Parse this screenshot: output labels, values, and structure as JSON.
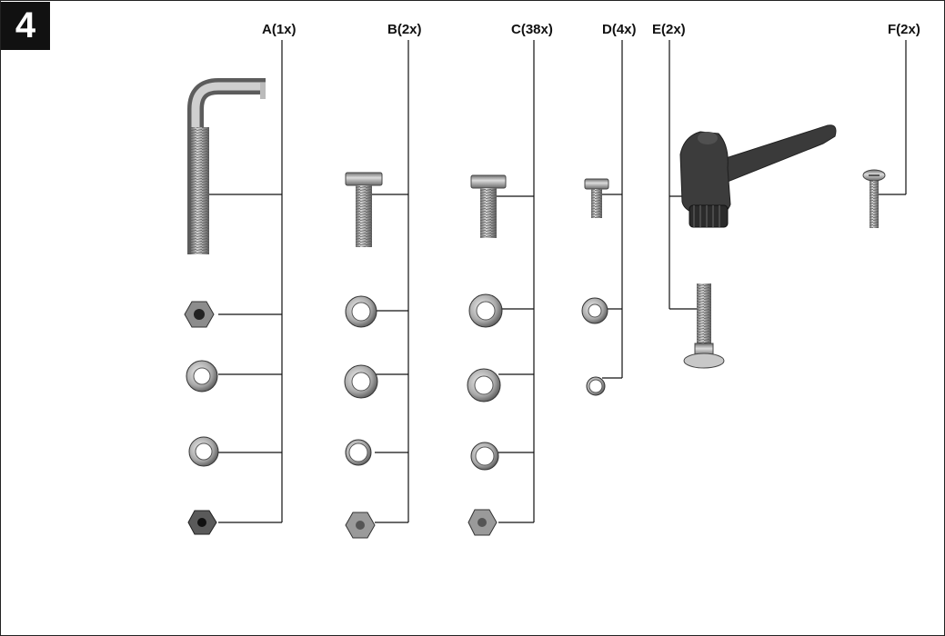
{
  "step": "4",
  "labels": {
    "a": "A(1x)",
    "b": "B(2x)",
    "c": "C(38x)",
    "d": "D(4x)",
    "e": "E(2x)",
    "f": "F(2x)"
  }
}
